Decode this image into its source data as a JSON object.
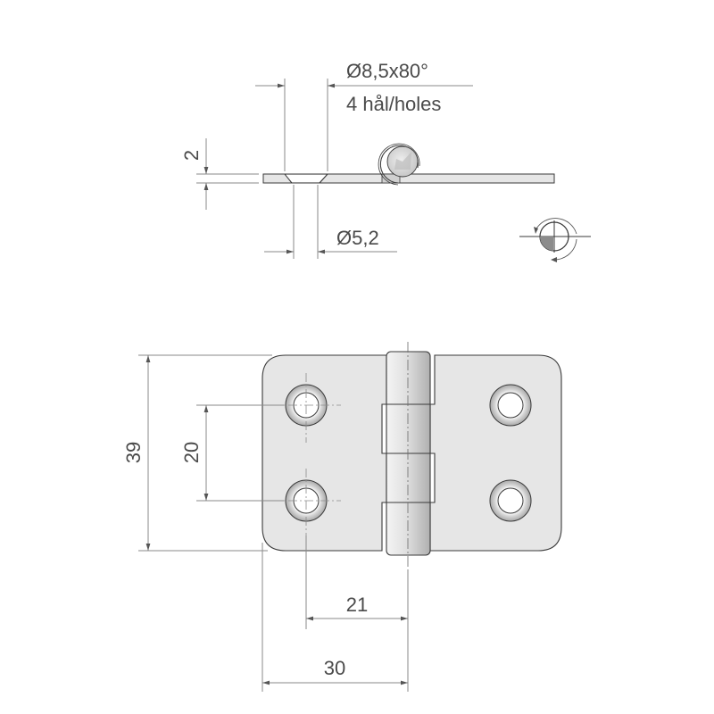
{
  "drawing": {
    "type": "technical drawing - butt hinge",
    "colors": {
      "line": "#3a3a3a",
      "dim_line": "#8a8a8a",
      "text": "#4a4a4a",
      "plate_fill": "#e6e6e6",
      "pin_light": "#f2f2f2",
      "pin_dark": "#b8b8b8",
      "hole_fill": "#ffffff"
    }
  },
  "side_view": {
    "countersink_label": "Ø8,5x80°",
    "holes_label": "4 hål/holes",
    "thickness_label": "2",
    "hole_diameter_label": "Ø5,2"
  },
  "projection_symbol": {
    "name": "rotation / projection symbol"
  },
  "front_view": {
    "height_label": "39",
    "hole_spacing_vertical_label": "20",
    "hole_to_pin_label": "21",
    "leaf_width_label": "30"
  }
}
